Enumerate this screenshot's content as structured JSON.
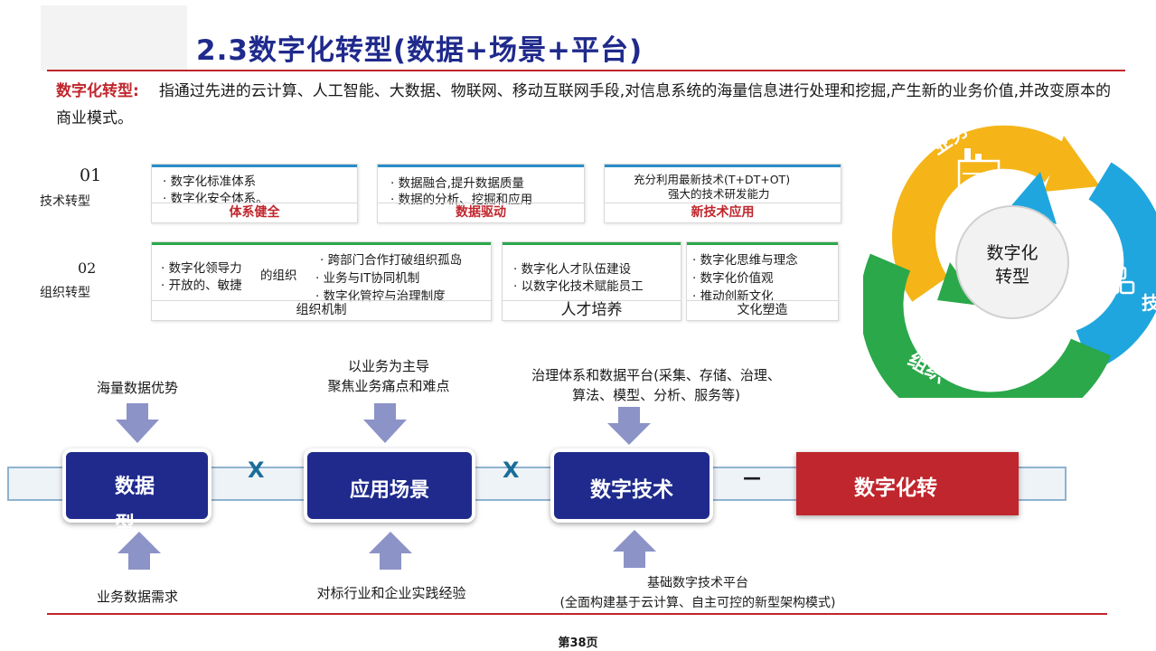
{
  "title": "2.3数字化转型(数据+场景+平台)",
  "definition": {
    "term": "数字化转型:",
    "text": "指通过先进的云计算、人工智能、大数据、物联网、移动互联网手段,对信息系统的海量信息进行处理和挖掘,产生新的业务价值,并改变原本的商业模式。"
  },
  "rows": [
    {
      "num": "01",
      "label": "技术转型",
      "num_color": "#2a8ec9"
    },
    {
      "num": "02",
      "label": "组织转型",
      "num_color": "#2aa84a"
    }
  ],
  "tech_cards": [
    {
      "lines": [
        "· 数字化标准体系",
        "· 数字化安全体系。"
      ],
      "caption": "体系健全"
    },
    {
      "lines": [
        "· 数据融合,提升数据质量",
        "· 数据的分析、挖掘和应用"
      ],
      "caption": "数据驱动"
    },
    {
      "lines": [
        "充分利用最新技术(T+DT+OT)",
        "强大的技术研发能力"
      ],
      "caption": "新技术应用"
    }
  ],
  "org_cards": [
    {
      "lines": [
        "· 数字化领导力",
        "· 开放的、敏捷",
        "的组织",
        "· 跨部门合作打破组织孤岛",
        "· 业务与IT协同机制",
        "· 数字化管控与治理制度"
      ],
      "caption": "组织机制"
    },
    {
      "lines": [
        "· 数字化人才队伍建设",
        "· 以数字化技术赋能员工"
      ],
      "caption": "人才培养"
    },
    {
      "lines": [
        "· 数字化思维与理念",
        "· 数字化价值观",
        "· 推动创新文化"
      ],
      "caption": "文化塑造"
    }
  ],
  "cycle": {
    "center": "数字化\n转型",
    "labels": {
      "business": "业务",
      "org": "组织",
      "tech": "技"
    },
    "colors": {
      "business": "#f5b418",
      "org": "#2aa84a",
      "tech": "#1fa6de"
    }
  },
  "flow": {
    "boxes": [
      "数据",
      "应用场景",
      "数字技术",
      "数字化转"
    ],
    "box_extra": "型",
    "connectors": [
      "X",
      "X",
      "—"
    ],
    "above": [
      "海量数据优势",
      "以业务为主导\n聚焦业务痛点和难点",
      "治理体系和数据平台(采集、存储、治理、\n算法、模型、分析、服务等)"
    ],
    "above_bold": "治理体系和数据平台",
    "below": [
      "业务数据需求",
      "对标行业和企业实践经验",
      "基础数字技术平台\n(全面构建基于云计算、自主可控的新型架构模式)"
    ]
  },
  "page_number": "第38页"
}
